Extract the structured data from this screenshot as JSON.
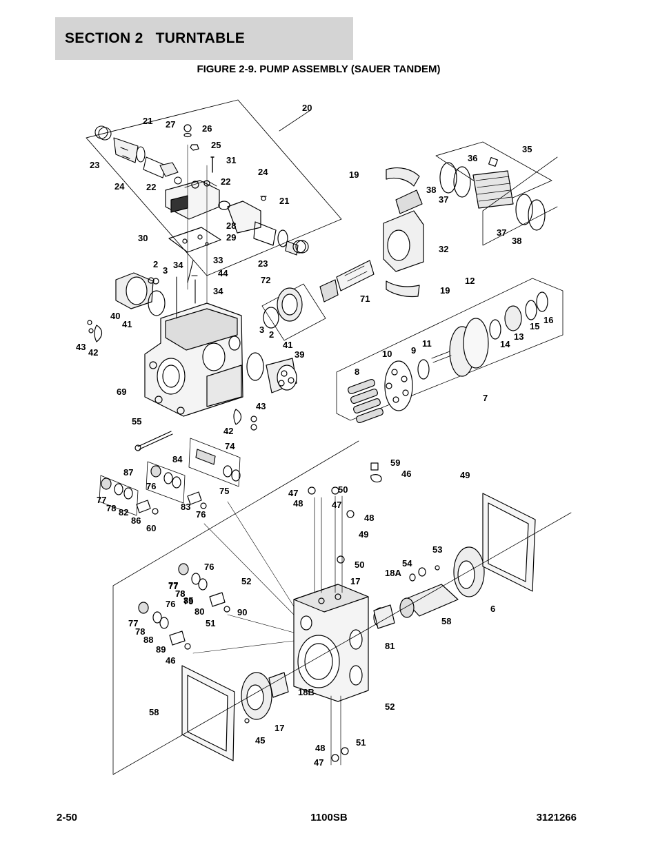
{
  "header": {
    "section": "SECTION 2",
    "title": "TURNTABLE"
  },
  "figure": {
    "title": "FIGURE 2-9. PUMP ASSEMBLY (SAUER TANDEM)"
  },
  "footer": {
    "page": "2-50",
    "model": "1100SB",
    "doc_number": "3121266"
  },
  "callouts": [
    "20",
    "21",
    "27",
    "26",
    "25",
    "31",
    "23",
    "24",
    "22",
    "24",
    "22",
    "21",
    "28",
    "29",
    "30",
    "23",
    "19",
    "36",
    "35",
    "38",
    "37",
    "37",
    "38",
    "32",
    "19",
    "71",
    "72",
    "12",
    "16",
    "15",
    "13",
    "14",
    "11",
    "9",
    "10",
    "8",
    "7",
    "2",
    "3",
    "34",
    "33",
    "44",
    "34",
    "40",
    "41",
    "43",
    "42",
    "69",
    "3",
    "2",
    "41",
    "39",
    "43",
    "42",
    "55",
    "74",
    "84",
    "87",
    "75",
    "76",
    "77",
    "78",
    "82",
    "83",
    "76",
    "77",
    "78",
    "85",
    "86",
    "60",
    "59",
    "46",
    "49",
    "47",
    "50",
    "48",
    "47",
    "48",
    "49",
    "50",
    "17",
    "53",
    "54",
    "18A",
    "6",
    "58",
    "81",
    "76",
    "77",
    "78",
    "79",
    "80",
    "51",
    "52",
    "90",
    "76",
    "77",
    "78",
    "88",
    "89",
    "46",
    "58",
    "18B",
    "17",
    "45",
    "52",
    "48",
    "51",
    "47"
  ]
}
